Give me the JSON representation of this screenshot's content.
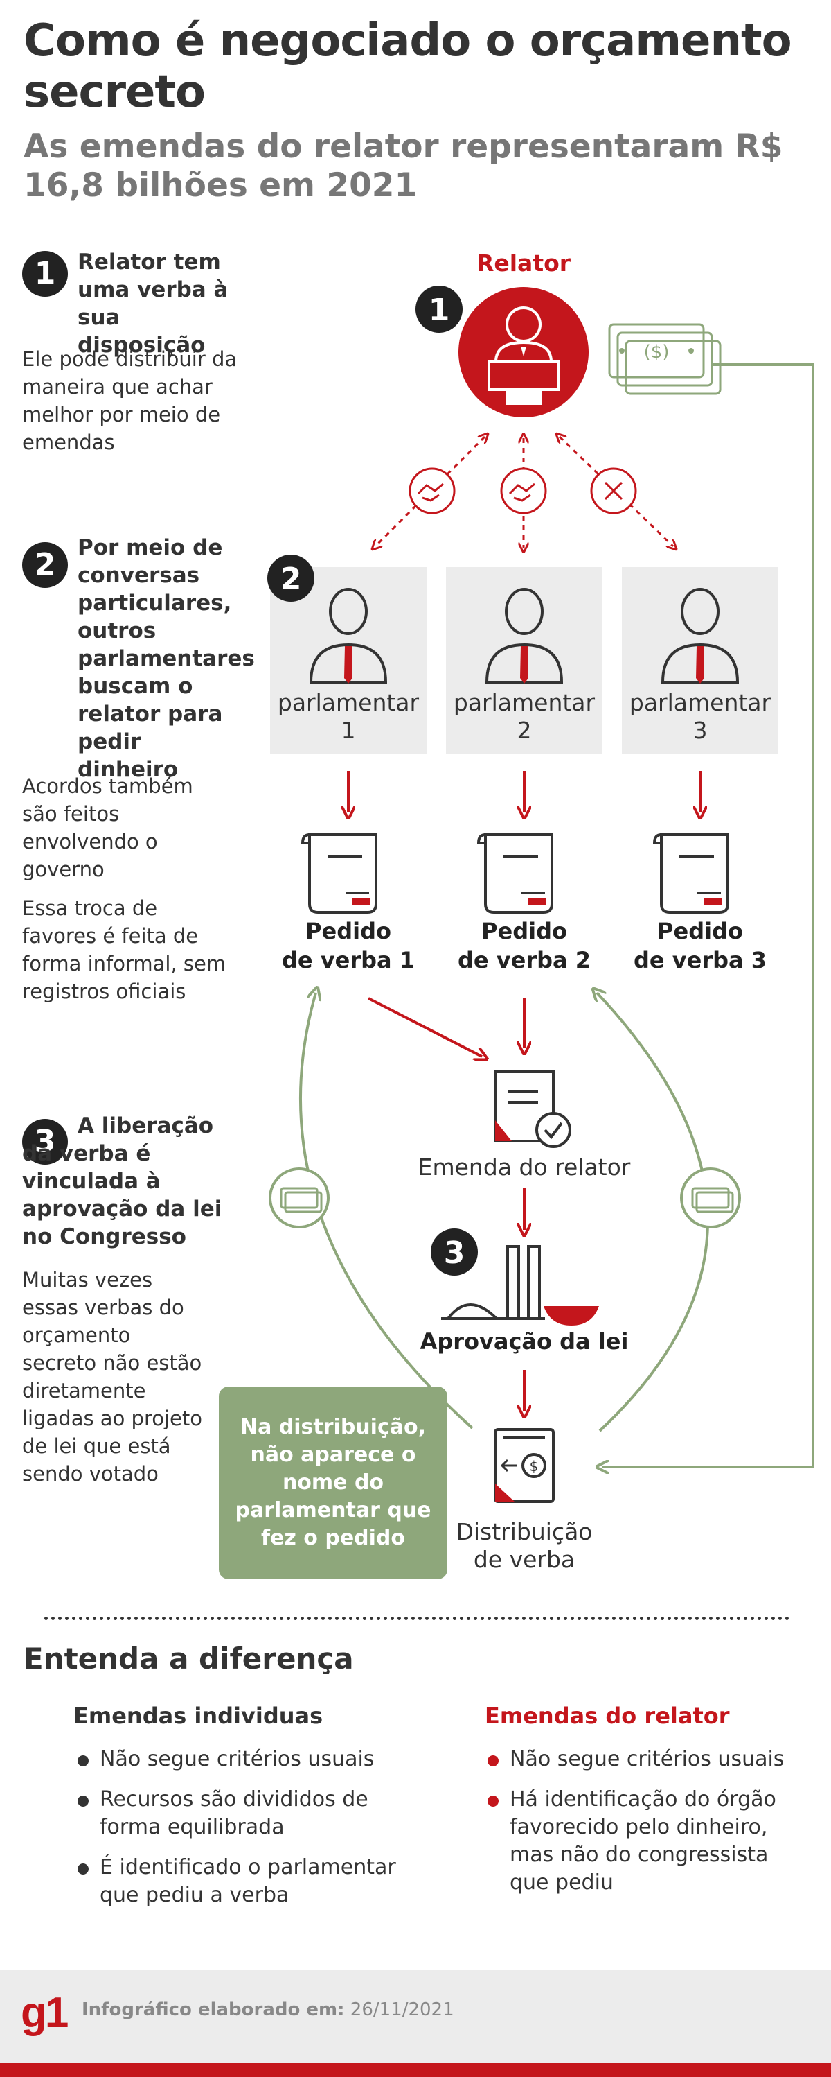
{
  "header": {
    "title": "Como é negociado o orçamento secreto",
    "subtitle": "As emendas do relator representaram R$ 16,8 bilhões em 2021"
  },
  "steps": [
    {
      "number": "1",
      "heading": "Relator tem uma verba à sua disposição",
      "paragraphs": [
        "Ele pode distribuir da maneira que achar melhor por meio de emendas"
      ]
    },
    {
      "number": "2",
      "heading": "Por meio de conversas particulares, outros parlamentares buscam o relator para pedir dinheiro",
      "paragraphs": [
        "Acordos também são feitos envolvendo o governo",
        "Essa troca de favores é feita de forma informal, sem registros oficiais"
      ]
    },
    {
      "number": "3",
      "heading": "A liberação da verba é vinculada à aprovação da lei no Congresso",
      "paragraphs": [
        "Muitas vezes essas verbas do orçamento secreto não estão diretamente ligadas ao projeto de lei que está sendo votado"
      ]
    }
  ],
  "diagram": {
    "relator_label": "Relator",
    "diagram_numbers": [
      "1",
      "2",
      "3"
    ],
    "parlamentares": [
      {
        "label": "parlamentar",
        "number": "1"
      },
      {
        "label": "parlamentar",
        "number": "2"
      },
      {
        "label": "parlamentar",
        "number": "3"
      }
    ],
    "pedidos": [
      {
        "line1": "Pedido",
        "line2": "de verba 1"
      },
      {
        "line1": "Pedido",
        "line2": "de verba 2"
      },
      {
        "line1": "Pedido",
        "line2": "de verba 3"
      }
    ],
    "emenda_label": "Emenda do relator",
    "aprovacao_label": "Aprovação da lei",
    "distribuicao_line1": "Distribuição",
    "distribuicao_line2": "de verba",
    "green_note": "Na distribuição, não aparece o nome do parlamentar que fez o pedido",
    "money_symbol": "($)",
    "icons": [
      "handshake-icon",
      "handshake-icon",
      "x-icon",
      "money-icon",
      "person-icon",
      "document-icon",
      "approval-icon",
      "scale-icon"
    ],
    "colors": {
      "accent": "#c4161c",
      "green": "#8ea77b",
      "box": "#ececec"
    }
  },
  "comparison": {
    "title": "Entenda a diferença",
    "columns": [
      {
        "title": "Emendas individuas",
        "items": [
          "Não segue critérios usuais",
          "Recursos são divididos de forma equilibrada",
          "É identificado o parlamentar que pediu a verba"
        ]
      },
      {
        "title": "Emendas do relator",
        "items": [
          "Não segue critérios usuais",
          "Há identificação do órgão favorecido pelo dinheiro, mas não do congressista que pediu"
        ]
      }
    ]
  },
  "footer": {
    "logo": "g1",
    "credit_label": "Infográfico elaborado em:",
    "date": "26/11/2021"
  }
}
